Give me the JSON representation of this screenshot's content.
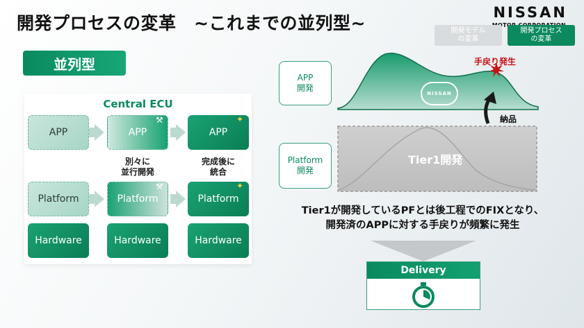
{
  "title": "開発プロセスの変革　~これまでの並列型~",
  "logo": {
    "name": "NISSAN",
    "sub": "MOTOR CORPORATION",
    "emblem": "NISSAN"
  },
  "tabs": [
    {
      "label": "開発モデル\nの変革",
      "active": false
    },
    {
      "label": "開発プロセス\nの変革",
      "active": true
    }
  ],
  "badge": "並列型",
  "ecu": {
    "label": "Central ECU",
    "app_row": [
      "APP",
      "APP",
      "APP"
    ],
    "platform_row": [
      "Platform",
      "Platform",
      "Platform"
    ],
    "hardware_row": [
      "Hardware",
      "Hardware",
      "Hardware"
    ],
    "note_parallel": "別々に\n並行開発",
    "note_integrate": "完成後に\n統合"
  },
  "right": {
    "app_label": "APP\n開発",
    "platform_label": "Platform\n開発",
    "rework": "手戻り発生",
    "delivered": "納品",
    "tier1": "Tier1開発",
    "statement": "Tier1が開発しているPFとは後工程でのFIXとなり、\n開発済のAPPに対する手戻りが頻繁に発生",
    "delivery": "Delivery"
  },
  "icons": {
    "tools": "tools-icon",
    "sparkle": "sparkle-icon",
    "stopwatch": "stopwatch-icon"
  },
  "colors": {
    "brand_green": "#0a8a5e",
    "alert_red": "#c81414"
  }
}
